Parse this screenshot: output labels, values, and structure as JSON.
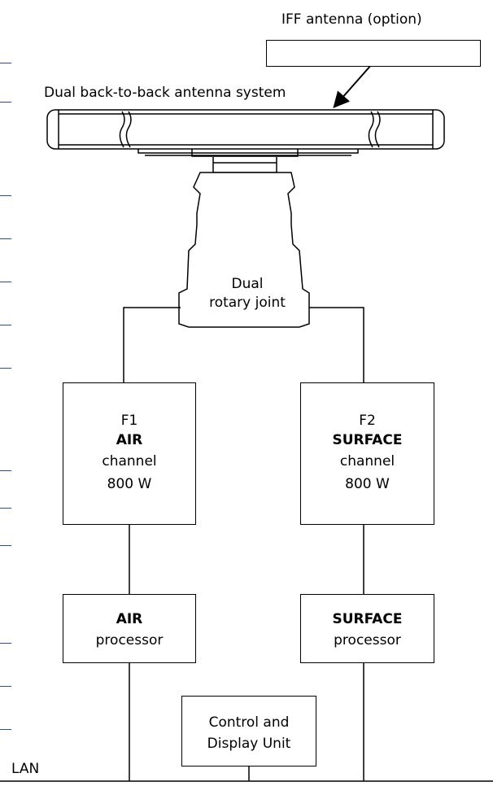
{
  "labels": {
    "iff_antenna": "IFF antenna (option)",
    "antenna_system": "Dual back-to-back antenna system",
    "rotary_joint_line1": "Dual",
    "rotary_joint_line2": "rotary joint",
    "lan": "LAN"
  },
  "channels": {
    "f1": {
      "freq": "F1",
      "name": "AIR",
      "type": "channel",
      "power": "800 W"
    },
    "f2": {
      "freq": "F2",
      "name": "SURFACE",
      "type": "channel",
      "power": "800 W"
    }
  },
  "processors": {
    "air": {
      "name": "AIR",
      "type": "processor"
    },
    "surface": {
      "name": "SURFACE",
      "type": "processor"
    }
  },
  "cdu": {
    "line1": "Control and",
    "line2": "Display Unit"
  },
  "colors": {
    "line": "#000000",
    "margin_ticks": "#2b4f8f"
  }
}
